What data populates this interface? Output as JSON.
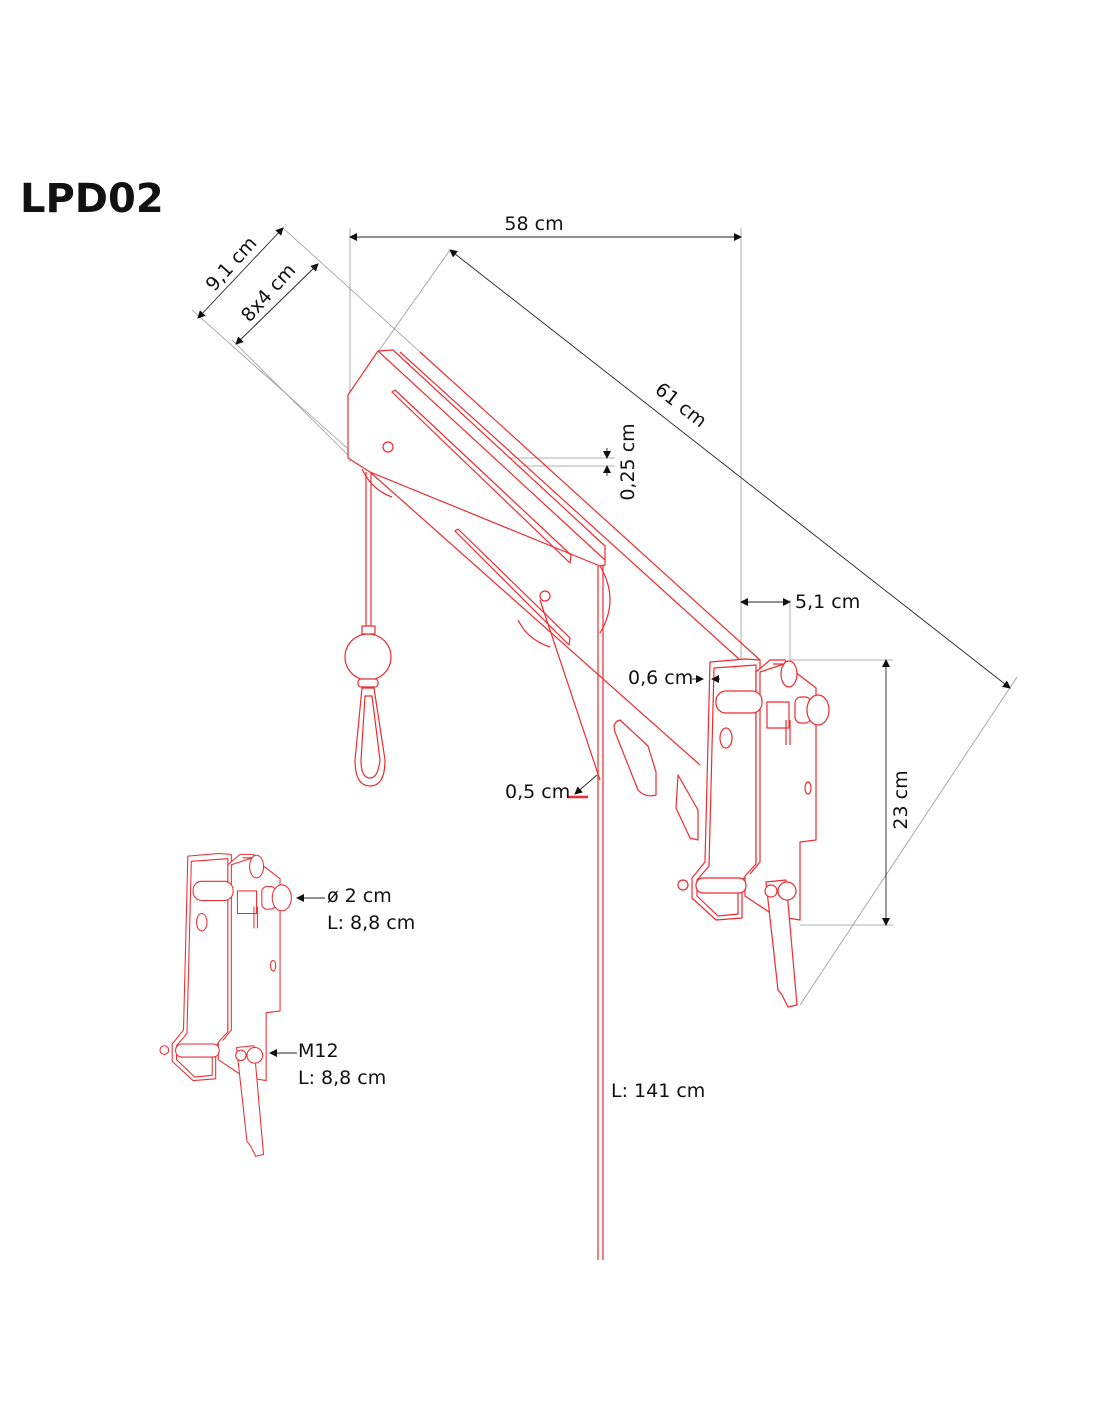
{
  "title": "LPD02",
  "accent_color": "#ee2b2f",
  "dimensions": {
    "width_top": "58 cm",
    "arm_length": "61 cm",
    "arm_width": "9,1 cm",
    "profile": "8x4 cm",
    "thickness": "0,25 cm",
    "offset": "5,1 cm",
    "plate_thickness": "0,6 cm",
    "cable_diameter": "0,5 cm",
    "clamp_height": "23 cm",
    "cable_length": "L: 141 cm"
  },
  "detail": {
    "pin_diameter": "ø 2 cm",
    "pin_length": "L: 8,8 cm",
    "bolt": "M12",
    "bolt_length": "L: 8,8 cm"
  }
}
